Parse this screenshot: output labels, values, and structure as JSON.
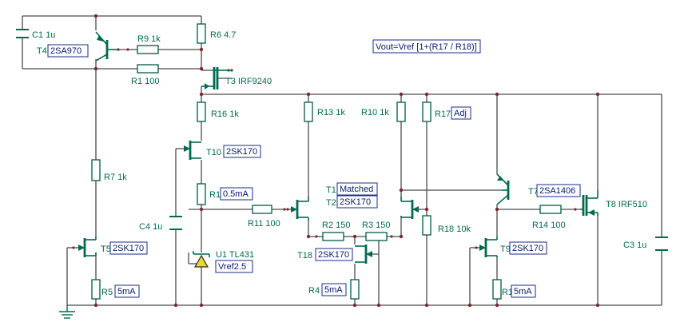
{
  "formula": "Vout=Vref [1+(R17 / R18)]",
  "labels": {
    "C1": "C1 1u",
    "T4": "T4",
    "R9": "R9 1k",
    "R6": "R6 4.7",
    "R1_top": "R1 100",
    "T3": "T3 IRF9240",
    "R16": "R16 1k",
    "R13": "R13 1k",
    "R10": "R10 1k",
    "R17": "R17",
    "T10": "T10",
    "R7": "R7 1k",
    "R1_mid": "R1",
    "C4": "C4 1u",
    "R11": "R11 100",
    "T1": "T1",
    "T2": "T2",
    "R2": "R2 150",
    "R3": "R3 150",
    "R18": "R18 10k",
    "T7": "T7",
    "T8": "T8 IRF510",
    "R14": "R14 100",
    "T5": "T5",
    "U1": "U1 TL431",
    "T18": "T18",
    "T9": "T9",
    "C3": "C3 1u",
    "R5": "R5",
    "R4": "R4",
    "R1_right": "R1"
  },
  "values": {
    "T4": "2SA970",
    "R17": "Adj",
    "T10": "2SK170",
    "R1_mid": "0.5mA",
    "T1": "Matched",
    "T2": "2SK170",
    "T7": "2SA1406",
    "T5": "2SK170",
    "U1": "Vref2.5",
    "T18": "2SK170",
    "T9": "2SK170",
    "R5": "5mA",
    "R4": "5mA",
    "R1_right": "5mA"
  }
}
